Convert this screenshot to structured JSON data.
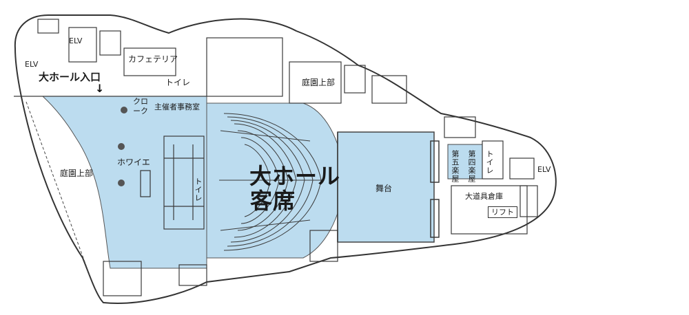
{
  "labels": {
    "elv_top": "ELV",
    "elv_left": "ELV",
    "elv_right": "ELV",
    "cafeteria": "カフェテリア",
    "toilet_top": "トイレ",
    "garden_upper_top": "庭園上部",
    "main_hall_entrance": "大ホール入口",
    "entrance_arrow": "↓",
    "cloak_line1": "クロ",
    "cloak_line2": "ーク",
    "organizer_office": "主催者事務室",
    "foyer": "ホワイエ",
    "garden_upper_left": "庭園上部",
    "toilet_foyer": "トイレ",
    "main_hall_line1": "大ホール",
    "main_hall_line2": "客席",
    "stage": "舞台",
    "dressing_room_5": "第五楽屋",
    "dressing_room_4": "第四楽屋",
    "toilet_right": "トイレ",
    "large_props_storage": "大道具倉庫",
    "lift": "リフト"
  },
  "colors": {
    "highlight": "#bcdcef",
    "wall": "#3a3a3a"
  }
}
